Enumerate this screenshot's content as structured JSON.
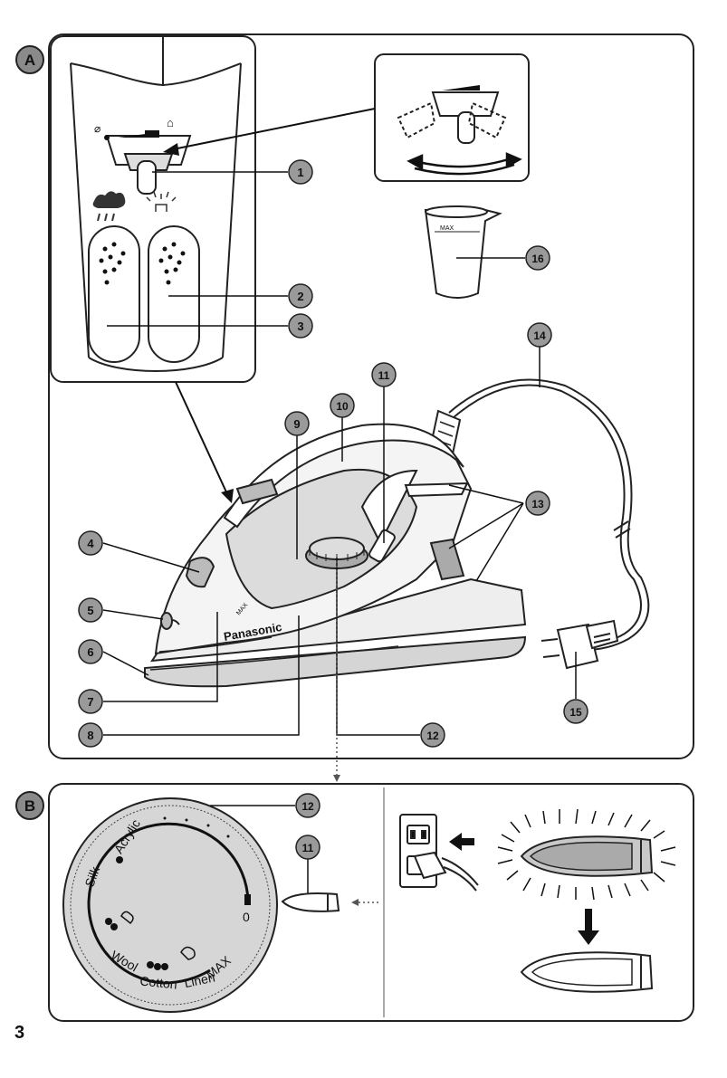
{
  "section_labels": {
    "a": "A",
    "b": "B"
  },
  "callouts": {
    "c1": "1",
    "c2": "2",
    "c3": "3",
    "c4": "4",
    "c5": "5",
    "c6": "6",
    "c7": "7",
    "c8": "8",
    "c9": "9",
    "c10": "10",
    "c11": "11",
    "c12": "12",
    "c13": "13",
    "c14": "14",
    "c15": "15",
    "c16": "16",
    "b12": "12",
    "b11": "11"
  },
  "iron": {
    "brand": "Panasonic",
    "max_mark": "MAX"
  },
  "cup": {
    "max_mark": "MAX"
  },
  "dial": {
    "labels": {
      "acrylic": "Acrylic",
      "silk": "Silk",
      "wool": "Wool",
      "cotton": "Cotton",
      "linen": "Linen",
      "max": "MAX",
      "off": "0"
    }
  },
  "page_number": "3"
}
